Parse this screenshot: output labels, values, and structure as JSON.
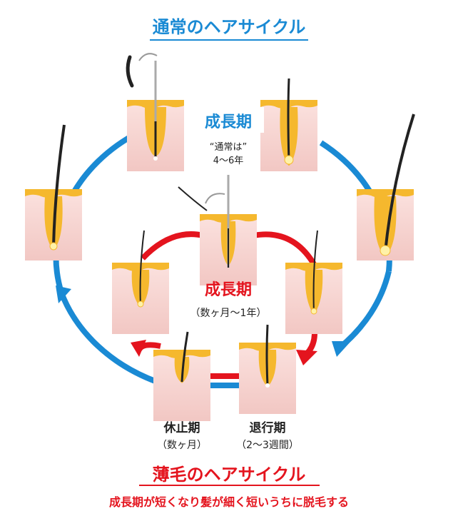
{
  "normal_cycle": {
    "title": "通常のヘアサイクル",
    "phase_label": "成長期",
    "duration_lines": [
      "“通常は”",
      "4〜6年"
    ]
  },
  "thin_cycle": {
    "title": "薄毛のヘアサイクル",
    "subtitle": "成長期が短くなり髪が細く短いうちに脱毛する",
    "growth_label": "成長期",
    "growth_duration": "（数ヶ月〜1年）"
  },
  "phase_labels": {
    "resting": "休止期",
    "resting_duration": "（数ヶ月）",
    "regression": "退行期",
    "regression_duration": "（2〜3週間）"
  },
  "colors": {
    "normal_blue": "#1a8ad4",
    "thin_red": "#e4141e",
    "skin": "#f6d6d3",
    "fat_layer": "#f5b82e",
    "hair": "#222222"
  }
}
